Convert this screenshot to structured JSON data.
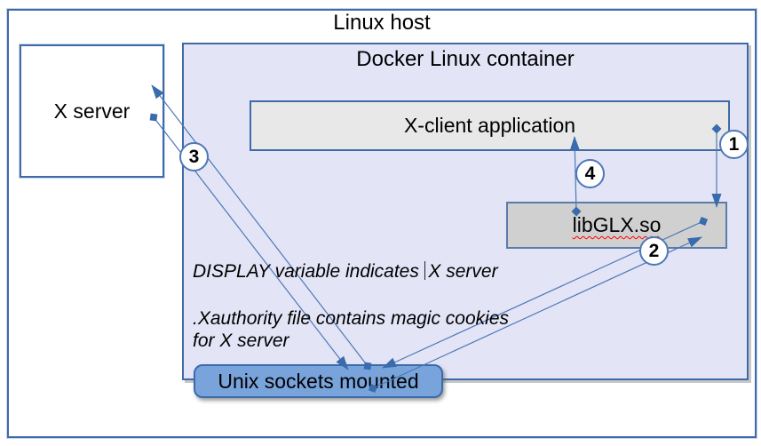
{
  "title": "Linux host",
  "container": {
    "label": "Docker Linux container"
  },
  "nodes": {
    "x_server": "X server",
    "x_client": "X-client application",
    "libglx": "libGLX.so",
    "unix_sockets": "Unix sockets mounted"
  },
  "notes": {
    "display_before_caret": "DISPLAY variable indicates",
    "display_after_caret": "X server",
    "xauthority_line1": ".Xauthority file contains magic cookies",
    "xauthority_line2": "for X server"
  },
  "steps": [
    "1",
    "2",
    "3",
    "4"
  ],
  "colors": {
    "accent_border": "#3F6AA8",
    "line": "#4C79B5",
    "marker": "#3A6BAD",
    "container_fill": "#E4E4F7",
    "x_client_fill": "#E8E8E8",
    "libglx_fill": "#D0D0D0",
    "unix_fill": "#79A3DB",
    "spellcheck_underline": "#FF0000"
  }
}
